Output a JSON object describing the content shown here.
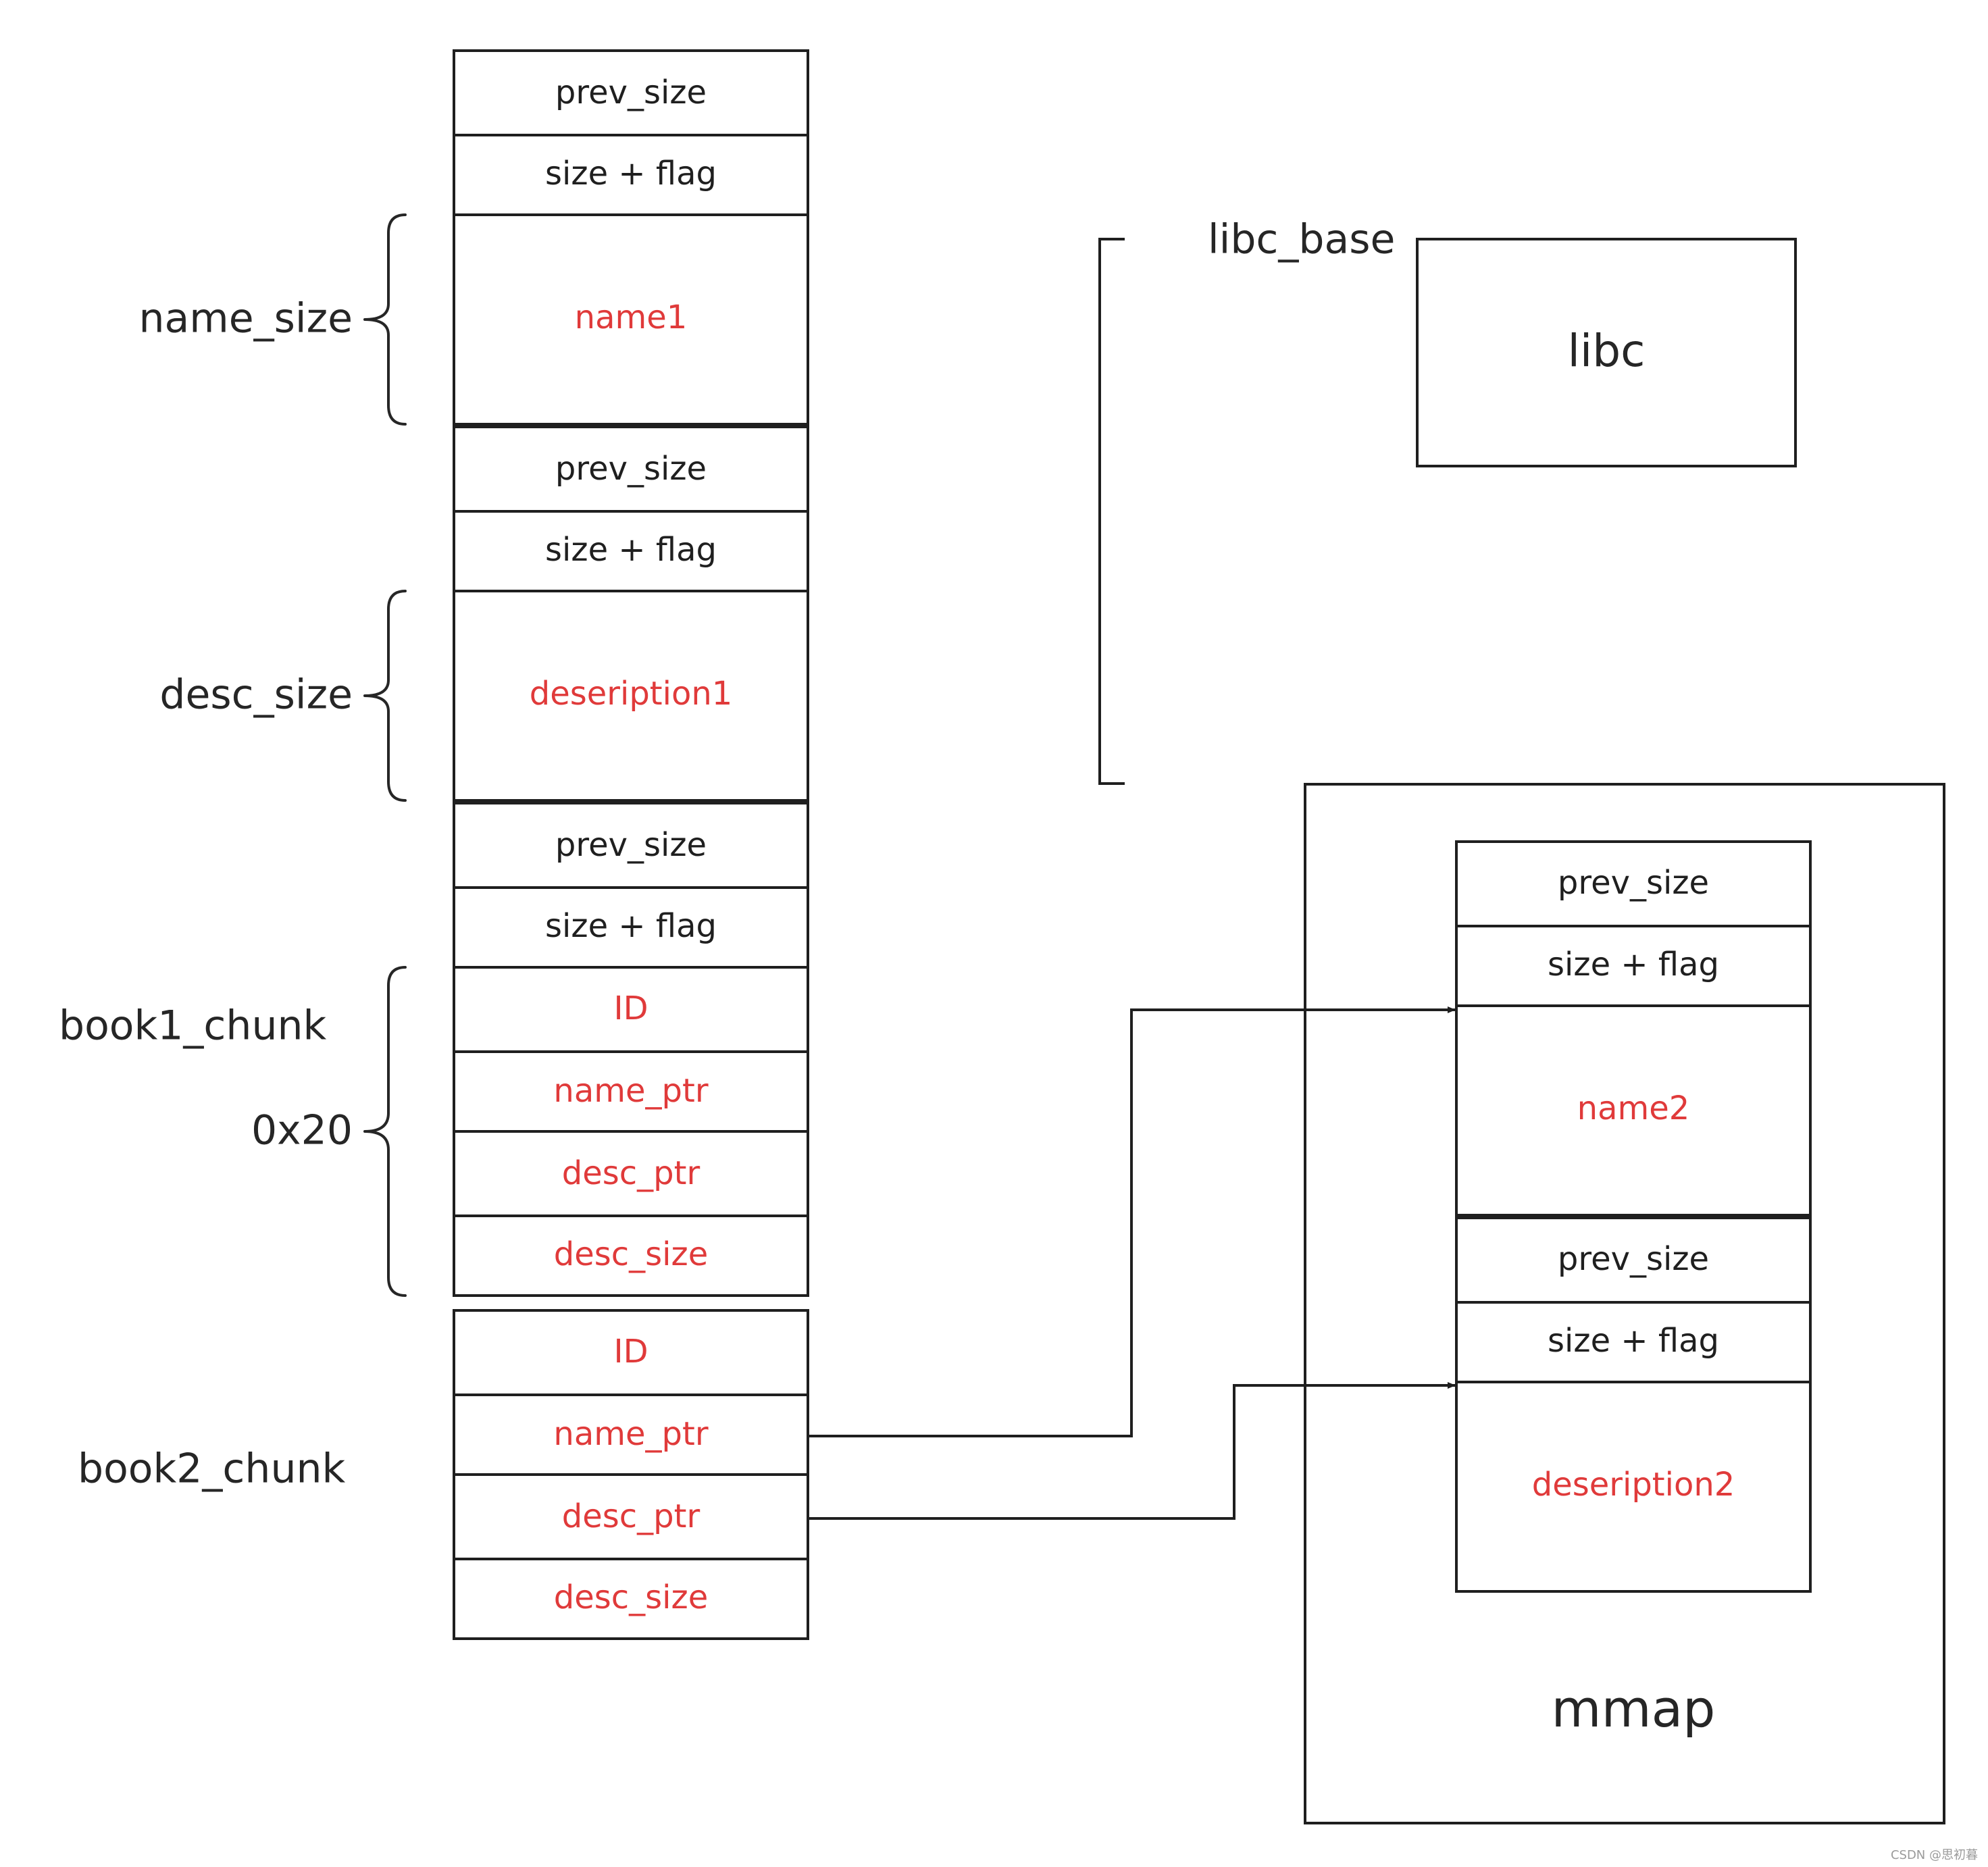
{
  "heap": {
    "chunk1": {
      "prev_size": "prev_size",
      "size_flag": "size + flag",
      "body": "name1"
    },
    "chunk2": {
      "prev_size": "prev_size",
      "size_flag": "size + flag",
      "body": "deseription1"
    },
    "chunk3": {
      "prev_size": "prev_size",
      "size_flag": "size + flag",
      "fields": [
        "ID",
        "name_ptr",
        "desc_ptr",
        "desc_size"
      ]
    },
    "book2_fields": [
      "ID",
      "name_ptr",
      "desc_ptr",
      "desc_size"
    ]
  },
  "labels": {
    "name_size": "name_size",
    "desc_size": "desc_size",
    "book1_chunk": "book1_chunk",
    "hex_0x20": "0x20",
    "book2_chunk": "book2_chunk",
    "libc_base": "libc_base",
    "libc": "libc",
    "mmap": "mmap",
    "watermark": "CSDN @思初暮"
  },
  "mmap_heap": {
    "chunk1": {
      "prev_size": "prev_size",
      "size_flag": "size + flag",
      "body": "name2"
    },
    "chunk2": {
      "prev_size": "prev_size",
      "size_flag": "size + flag",
      "body": "deseription2"
    }
  },
  "colors": {
    "field_text": "#e03a3a",
    "label_text": "#262626",
    "stroke": "#1f1f1f"
  }
}
